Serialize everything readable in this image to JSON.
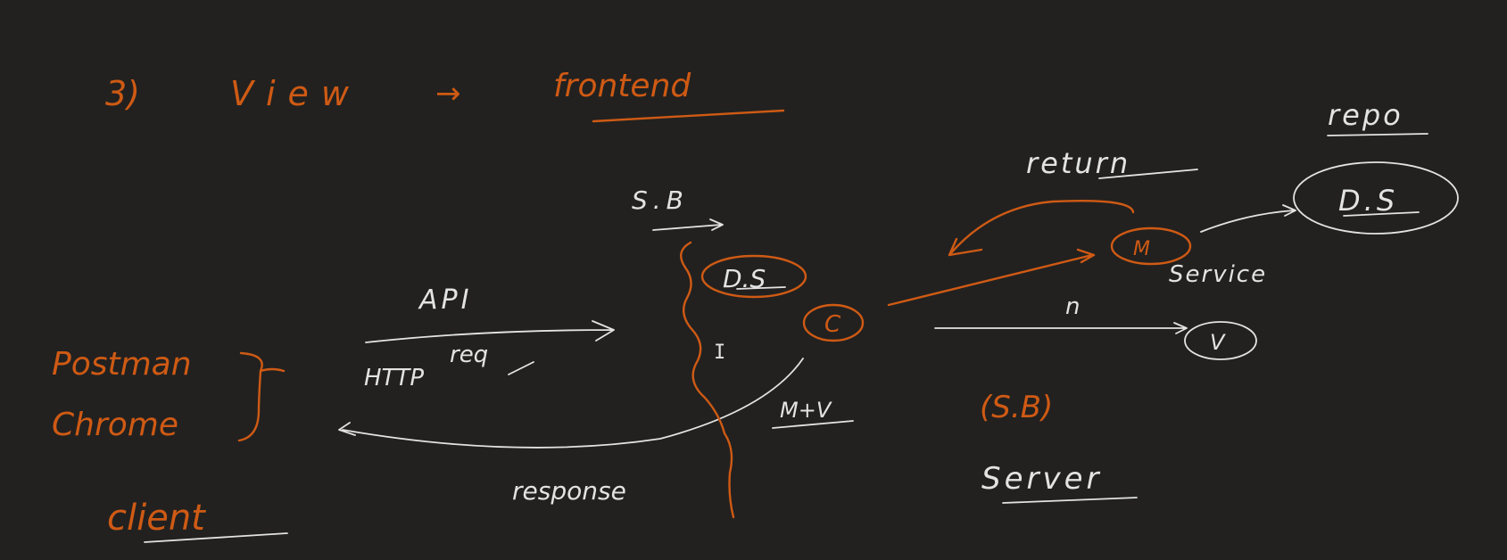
{
  "colors": {
    "background": "#222120",
    "orange_ink": "#cf5a14",
    "white_ink": "#e3e3e3"
  },
  "labels": {
    "heading_num": "3)",
    "heading_view": "View",
    "heading_arrow": "→",
    "heading_frontend": "frontend",
    "postman": "Postman",
    "chrome": "Chrome",
    "client": "client",
    "api": "API",
    "http": "HTTP",
    "req": "req",
    "response": "response",
    "sb_top": "S.B",
    "ds_center": "D.S",
    "c_node": "C",
    "mv": "M+V",
    "return": "return",
    "m_node": "M",
    "service": "Service",
    "n_label": "n",
    "v_node": "V",
    "repo": "repo",
    "ds_repo": "D.S",
    "sb_paren": "(S.B)",
    "server": "Server"
  }
}
